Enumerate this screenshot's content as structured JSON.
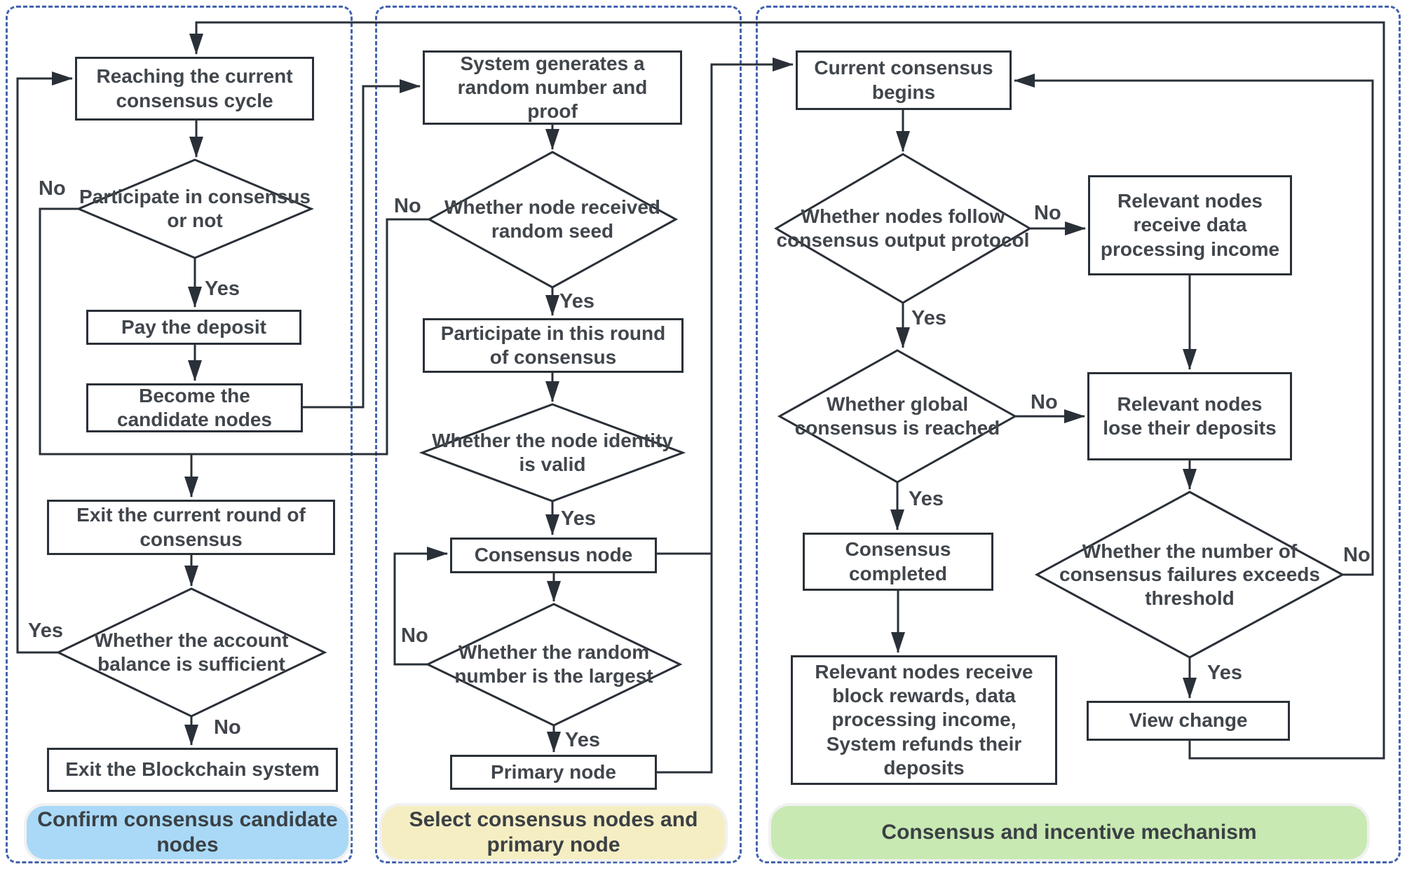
{
  "panels": {
    "left": {
      "label": "Confirm consensus candidate nodes",
      "color": "#a9d9f7"
    },
    "middle": {
      "label": "Select consensus nodes and primary node",
      "color": "#f5eec3"
    },
    "right": {
      "label": "Consensus and incentive mechanism",
      "color": "#c8e9b2"
    }
  },
  "nodes": {
    "reaching": {
      "shape": "process",
      "text": "Reaching the current consensus cycle"
    },
    "participate_or_not": {
      "shape": "decision",
      "text": "Participate in consensus or not"
    },
    "pay_deposit": {
      "shape": "process",
      "text": "Pay the deposit"
    },
    "become_candidate": {
      "shape": "process",
      "text": "Become the candidate nodes"
    },
    "exit_round": {
      "shape": "process",
      "text": "Exit the current round of consensus"
    },
    "balance_sufficient": {
      "shape": "decision",
      "text": "Whether the account balance is sufficient"
    },
    "exit_blockchain": {
      "shape": "process",
      "text": "Exit the Blockchain system"
    },
    "system_generates": {
      "shape": "process",
      "text": "System generates a random number and proof"
    },
    "received_seed": {
      "shape": "decision",
      "text": "Whether node received random seed"
    },
    "participate_round": {
      "shape": "process",
      "text": "Participate in this round of consensus"
    },
    "identity_valid": {
      "shape": "decision",
      "text": "Whether the node identity is valid"
    },
    "consensus_node": {
      "shape": "process",
      "text": "Consensus node"
    },
    "random_largest": {
      "shape": "decision",
      "text": "Whether the random number is the largest"
    },
    "primary_node": {
      "shape": "process",
      "text": "Primary node"
    },
    "current_begins": {
      "shape": "process",
      "text": "Current consensus begins"
    },
    "follow_protocol": {
      "shape": "decision",
      "text": "Whether nodes follow consensus output protocol"
    },
    "receive_income": {
      "shape": "process",
      "text": "Relevant nodes receive data processing income"
    },
    "global_reached": {
      "shape": "decision",
      "text": "Whether global consensus is reached"
    },
    "lose_deposits": {
      "shape": "process",
      "text": "Relevant nodes lose their deposits"
    },
    "consensus_completed": {
      "shape": "process",
      "text": "Consensus completed"
    },
    "failures_exceed": {
      "shape": "decision",
      "text": "Whether the number of consensus failures exceeds threshold"
    },
    "block_rewards": {
      "shape": "process",
      "text": "Relevant nodes receive block rewards, data processing income, System refunds their deposits"
    },
    "view_change": {
      "shape": "process",
      "text": "View change"
    }
  },
  "edge_labels": {
    "participate_no": "No",
    "participate_yes": "Yes",
    "balance_yes": "Yes",
    "balance_no": "No",
    "seed_no": "No",
    "seed_yes": "Yes",
    "identity_yes": "Yes",
    "largest_no": "No",
    "largest_yes": "Yes",
    "follow_no": "No",
    "follow_yes": "Yes",
    "global_no": "No",
    "global_yes": "Yes",
    "failures_no": "No",
    "failures_yes": "Yes"
  },
  "colors": {
    "line": "#2a3038",
    "panel_border": "#4263ae",
    "node_text": "#41464c",
    "label_blue": "#a9d9f7",
    "label_yellow": "#f5eec3",
    "label_green": "#c8e9b2"
  }
}
